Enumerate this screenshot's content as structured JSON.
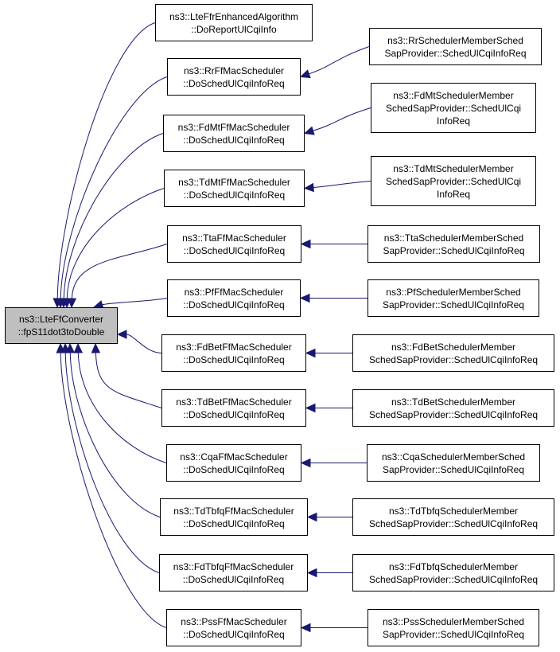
{
  "colors": {
    "edge": "#191970",
    "node_border": "#000000",
    "root_fill": "#bfbfbf",
    "node_fill": "#ffffff"
  },
  "root": {
    "lines": [
      "ns3::LteFfConverter",
      "::fpS11dot3toDouble"
    ]
  },
  "middle": [
    {
      "lines": [
        "ns3::LteFfrEnhancedAlgorithm",
        "::DoReportUlCqiInfo"
      ]
    },
    {
      "lines": [
        "ns3::RrFfMacScheduler",
        "::DoSchedUlCqiInfoReq"
      ]
    },
    {
      "lines": [
        "ns3::FdMtFfMacScheduler",
        "::DoSchedUlCqiInfoReq"
      ]
    },
    {
      "lines": [
        "ns3::TdMtFfMacScheduler",
        "::DoSchedUlCqiInfoReq"
      ]
    },
    {
      "lines": [
        "ns3::TtaFfMacScheduler",
        "::DoSchedUlCqiInfoReq"
      ]
    },
    {
      "lines": [
        "ns3::PfFfMacScheduler",
        "::DoSchedUlCqiInfoReq"
      ]
    },
    {
      "lines": [
        "ns3::FdBetFfMacScheduler",
        "::DoSchedUlCqiInfoReq"
      ]
    },
    {
      "lines": [
        "ns3::TdBetFfMacScheduler",
        "::DoSchedUlCqiInfoReq"
      ]
    },
    {
      "lines": [
        "ns3::CqaFfMacScheduler",
        "::DoSchedUlCqiInfoReq"
      ]
    },
    {
      "lines": [
        "ns3::TdTbfqFfMacScheduler",
        "::DoSchedUlCqiInfoReq"
      ]
    },
    {
      "lines": [
        "ns3::FdTbfqFfMacScheduler",
        "::DoSchedUlCqiInfoReq"
      ]
    },
    {
      "lines": [
        "ns3::PssFfMacScheduler",
        "::DoSchedUlCqiInfoReq"
      ]
    }
  ],
  "right": [
    null,
    {
      "lines": [
        "ns3::RrSchedulerMemberSched",
        "SapProvider::SchedUlCqiInfoReq"
      ]
    },
    {
      "lines": [
        "ns3::FdMtSchedulerMember",
        "SchedSapProvider::SchedUlCqi",
        "InfoReq"
      ]
    },
    {
      "lines": [
        "ns3::TdMtSchedulerMember",
        "SchedSapProvider::SchedUlCqi",
        "InfoReq"
      ]
    },
    {
      "lines": [
        "ns3::TtaSchedulerMemberSched",
        "SapProvider::SchedUlCqiInfoReq"
      ]
    },
    {
      "lines": [
        "ns3::PfSchedulerMemberSched",
        "SapProvider::SchedUlCqiInfoReq"
      ]
    },
    {
      "lines": [
        "ns3::FdBetSchedulerMember",
        "SchedSapProvider::SchedUlCqiInfoReq"
      ]
    },
    {
      "lines": [
        "ns3::TdBetSchedulerMember",
        "SchedSapProvider::SchedUlCqiInfoReq"
      ]
    },
    {
      "lines": [
        "ns3::CqaSchedulerMemberSched",
        "SapProvider::SchedUlCqiInfoReq"
      ]
    },
    {
      "lines": [
        "ns3::TdTbfqSchedulerMember",
        "SchedSapProvider::SchedUlCqiInfoReq"
      ]
    },
    {
      "lines": [
        "ns3::FdTbfqSchedulerMember",
        "SchedSapProvider::SchedUlCqiInfoReq"
      ]
    },
    {
      "lines": [
        "ns3::PssSchedulerMemberSched",
        "SapProvider::SchedUlCqiInfoReq"
      ]
    }
  ]
}
